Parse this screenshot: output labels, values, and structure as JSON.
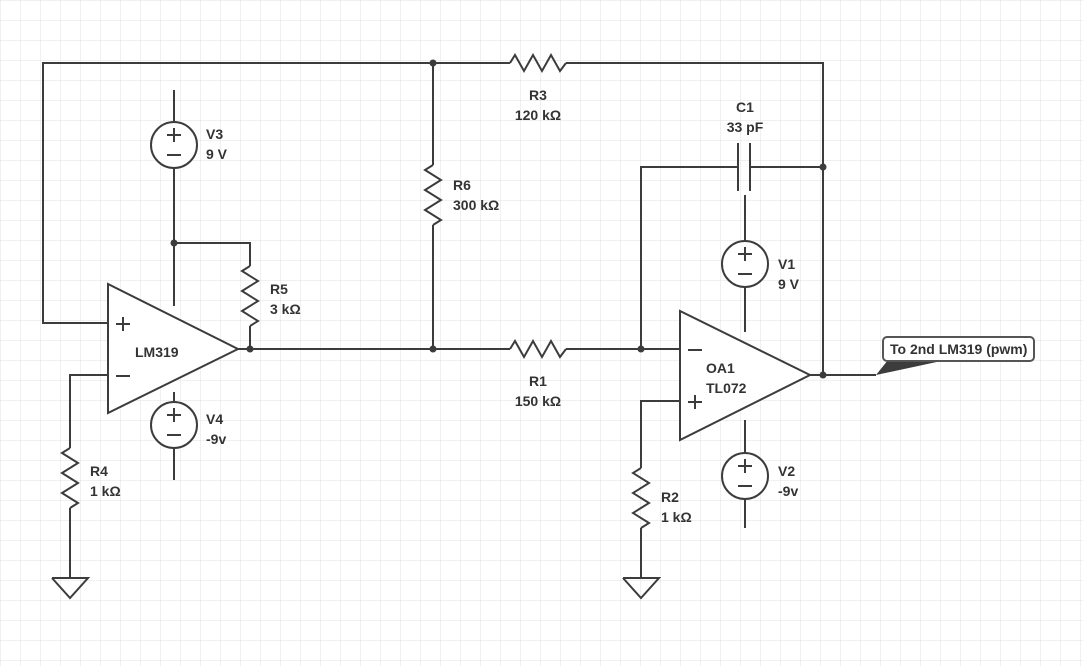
{
  "components": {
    "r3": {
      "ref": "R3",
      "value": "120 kΩ"
    },
    "r6": {
      "ref": "R6",
      "value": "300 kΩ"
    },
    "r5": {
      "ref": "R5",
      "value": "3 kΩ"
    },
    "r1": {
      "ref": "R1",
      "value": "150 kΩ"
    },
    "r4": {
      "ref": "R4",
      "value": "1 kΩ"
    },
    "r2": {
      "ref": "R2",
      "value": "1 kΩ"
    },
    "c1": {
      "ref": "C1",
      "value": "33 pF"
    },
    "v3": {
      "ref": "V3",
      "value": "9 V"
    },
    "v4": {
      "ref": "V4",
      "value": "-9v"
    },
    "v1": {
      "ref": "V1",
      "value": "9 V"
    },
    "v2": {
      "ref": "V2",
      "value": "-9v"
    },
    "u1": {
      "ref": "LM319"
    },
    "oa1": {
      "ref": "OA1",
      "value": "TL072"
    }
  },
  "net_label": "To 2nd LM319 (pwm)",
  "colors": {
    "wire": "#3c3c3c",
    "grid": "#e2e2e2",
    "text": "#333333"
  }
}
